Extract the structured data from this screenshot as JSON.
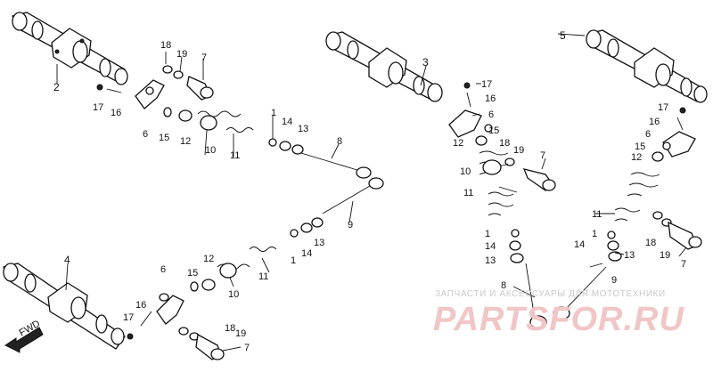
{
  "watermark": {
    "caption": "ЗАПЧАСТИ И АКСЕССУАРЫ ДЛЯ МОТОТЕХНИКИ",
    "brand": "PARTSFOR.RU"
  },
  "direction_marker": {
    "label": "FWD"
  },
  "callouts": {
    "c5": "5",
    "c3": "3",
    "c2": "2",
    "c4": "4",
    "tl18": "18",
    "tl19": "19",
    "tl7": "7",
    "tl17": "17",
    "tl16": "16",
    "tl6": "6",
    "tl15": "15",
    "tl12": "12",
    "tl10": "10",
    "tl11": "11",
    "tl1": "1",
    "tl14": "14",
    "tl13": "13",
    "tl8": "8",
    "ml9": "9",
    "ml1": "1",
    "ml14": "14",
    "ml13": "13",
    "bl6": "6",
    "bl12": "12",
    "bl15": "15",
    "bl10": "10",
    "bl11": "11",
    "bl16": "16",
    "bl17": "17",
    "bl18": "18",
    "bl19": "19",
    "bl7": "7",
    "cc17": "17",
    "cc16": "16",
    "cc6": "6",
    "cc15": "15",
    "cc12": "12",
    "cc18": "18",
    "cc19": "19",
    "cc7": "7",
    "cc10": "10",
    "cc11": "11",
    "cc1": "1",
    "cc14": "14",
    "cc13": "13",
    "cc8": "8",
    "cc9": "9",
    "tr17": "17",
    "tr16": "16",
    "tr6": "6",
    "tr15": "15",
    "tr12": "12",
    "tr11": "11",
    "tr1": "1",
    "tr14": "14",
    "tr13": "13",
    "tr18": "18",
    "tr19": "19",
    "tr7": "7"
  }
}
